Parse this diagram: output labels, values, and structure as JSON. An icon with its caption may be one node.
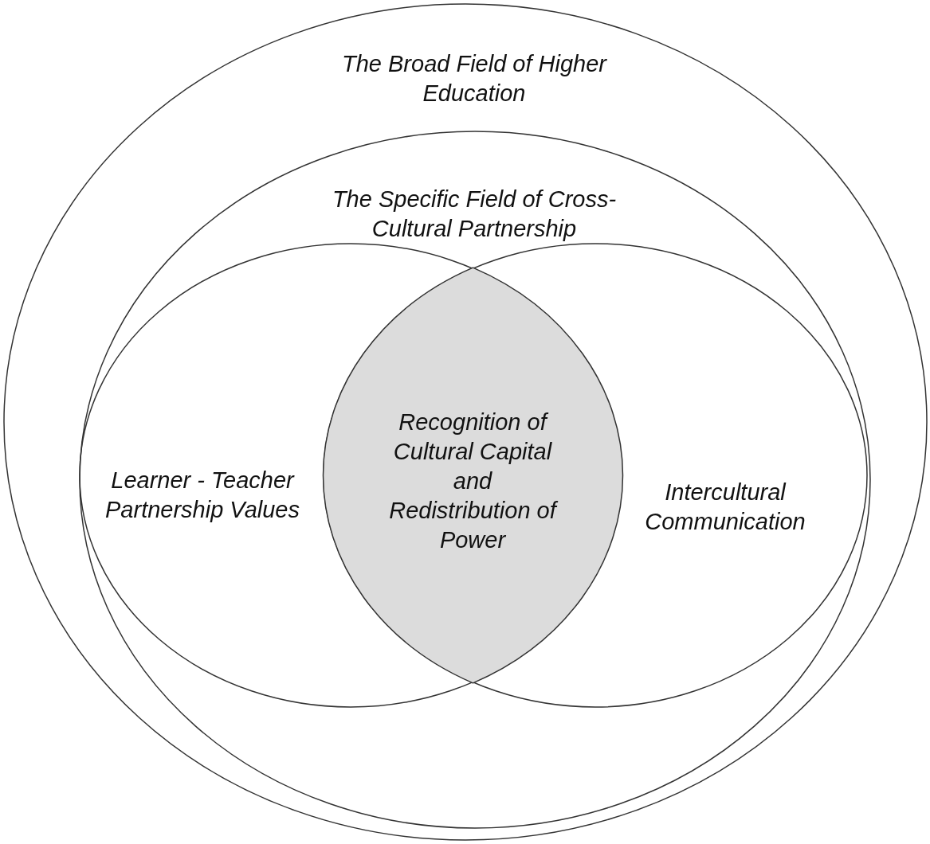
{
  "diagram": {
    "nodes": [
      {
        "text": [
          "The Broad Field of Higher Education"
        ]
      },
      {
        "text": [
          "The Specific Field of Cross-Cultural Partnership"
        ],
        "in": 0
      },
      {
        "text": [
          "Learner - Teacher Partnership Values"
        ],
        "in": 1
      },
      {
        "text": [
          "Intercultural Communication"
        ],
        "in": 1
      },
      {
        "text": [
          "Recognition of Cultural Capital and Redistribution of Power"
        ]
      }
    ]
  }
}
